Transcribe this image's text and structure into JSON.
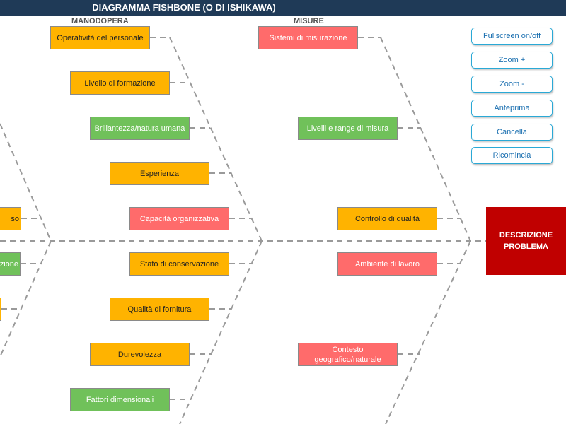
{
  "header": {
    "title": "DIAGRAMMA FISHBONE (O DI ISHIKAWA)"
  },
  "categories": {
    "manodopera": "MANODOPERA",
    "misure": "MISURE"
  },
  "colors": {
    "orange": "#ffb300",
    "green": "#70c15a",
    "red": "#ff6b6b",
    "problem": "#c00000",
    "title_bar": "#1f3a57"
  },
  "manodopera_causes": [
    "Operatività del personale",
    "Livello di formazione",
    "Brillantezza/natura umana",
    "Esperienza",
    "Capacità organizzativa"
  ],
  "lower_mid_causes": [
    "Stato di conservazione",
    "Qualità di fornitura",
    "Durevolezza",
    "Fattori dimensionali"
  ],
  "misure_causes": [
    "Sistemi di misurazione",
    "Livelli e range di misura",
    "Controllo di qualità"
  ],
  "lower_right_causes": [
    "Ambiente di lavoro",
    "Contesto\ngeografico/naturale"
  ],
  "left_partial": [
    "so",
    "zione"
  ],
  "problem": {
    "label": "DESCRIZIONE PROBLEMA"
  },
  "buttons": [
    "Fullscreen on/off",
    "Zoom +",
    "Zoom -",
    "Anteprima",
    "Cancella",
    "Ricomincia"
  ]
}
